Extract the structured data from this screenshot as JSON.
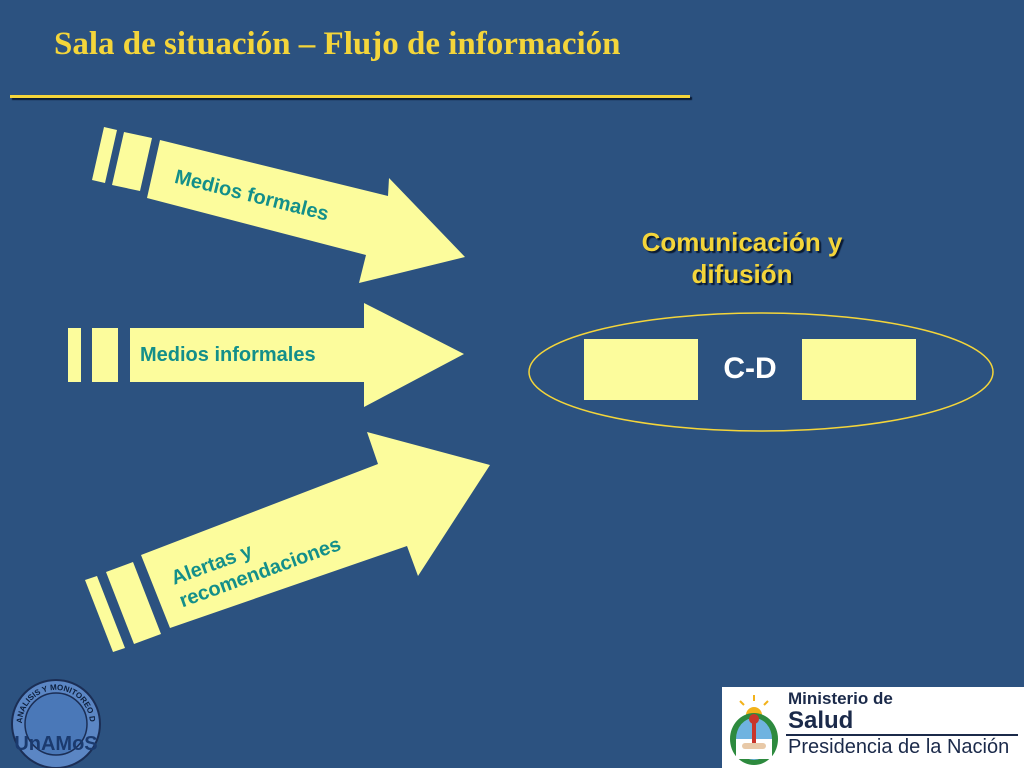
{
  "slide": {
    "title": "Sala de situación – Flujo de información"
  },
  "arrows": [
    {
      "label": "Medios formales"
    },
    {
      "label": "Medios informales"
    },
    {
      "label_line1": "Alertas y",
      "label_line2": "recomendaciones"
    }
  ],
  "node": {
    "title_line1": "Comunicación y",
    "title_line2": "difusión",
    "center_label": "C-D"
  },
  "logos": {
    "left_name": "UnAMoS",
    "left_ring_text": "UNIDAD DE ANALISIS Y MONITOREO DE LA SALUD",
    "right_line1": "Ministerio de",
    "right_line2": "Salud",
    "right_line3": "Presidencia de la Nación"
  },
  "colors": {
    "background": "#2c5280",
    "title": "#f4d53a",
    "arrow_fill": "#fcfc9c",
    "arrow_text": "#138f8a",
    "ellipse_stroke": "#f4d53a"
  }
}
